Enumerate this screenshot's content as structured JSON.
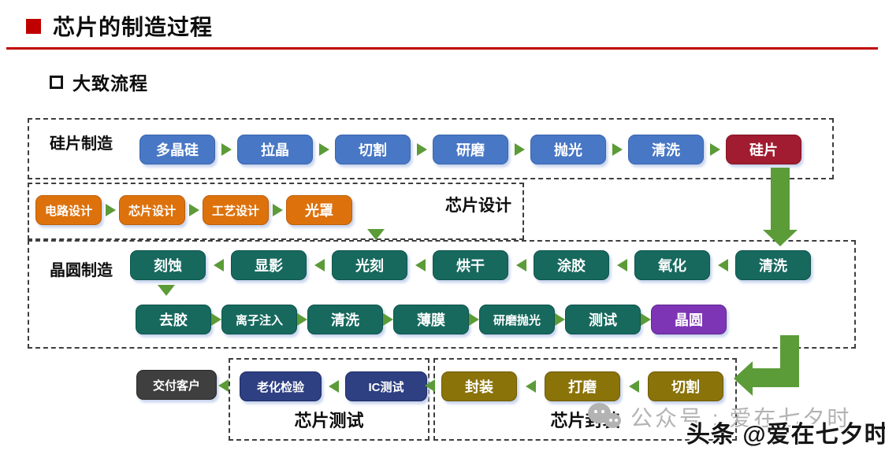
{
  "header": {
    "title": "芯片的制造过程",
    "subtitle": "大致流程"
  },
  "colors": {
    "accent_red": "#C00000",
    "box_blue": "#4877C5",
    "box_blue_border": "#3A65AC",
    "box_orange": "#DD720D",
    "box_orange_border": "#BC5F07",
    "box_teal": "#17695E",
    "box_teal_border": "#0E5449",
    "box_dark_red": "#A11C30",
    "box_dark_red_border": "#821525",
    "box_purple": "#7D35B5",
    "box_purple_border": "#622793",
    "box_navy": "#2E3F82",
    "box_navy_border": "#202E66",
    "box_olive": "#8A7309",
    "box_olive_border": "#6E5B05",
    "box_gray": "#3F3F3F",
    "box_gray_border": "#292929",
    "arrow_green": "#5B9B38",
    "watermark_gray": "#B3B3B3"
  },
  "sections": {
    "silicon": {
      "label": "硅片制造",
      "boxes": [
        "多晶硅",
        "拉晶",
        "切割",
        "研磨",
        "抛光",
        "清洗",
        "硅片"
      ]
    },
    "design": {
      "label": "芯片设计",
      "boxes": [
        "电路设计",
        "芯片设计",
        "工艺设计",
        "光罩"
      ]
    },
    "wafer": {
      "label": "晶圆制造",
      "row1": [
        "刻蚀",
        "显影",
        "光刻",
        "烘干",
        "涂胶",
        "氧化",
        "清洗"
      ],
      "row2": [
        "去胶",
        "离子注入",
        "清洗",
        "薄膜",
        "研磨抛光",
        "测试",
        "晶圆"
      ]
    },
    "deliver": {
      "label": "交付客户"
    },
    "test": {
      "label": "芯片测试",
      "boxes": [
        "老化检验",
        "IC测试"
      ]
    },
    "package": {
      "label": "芯片封装",
      "boxes": [
        "封装",
        "打磨",
        "切割"
      ]
    }
  },
  "watermarks": {
    "wechat_text": "公众号 : 爱在七夕时",
    "toutiao_text": "头条 @爱在七夕时"
  }
}
